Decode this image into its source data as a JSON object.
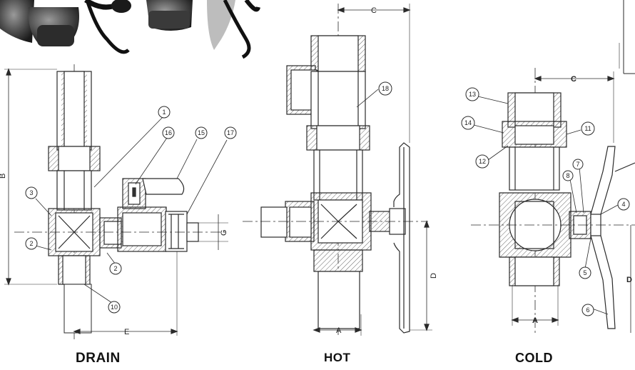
{
  "captions": {
    "drain": "DRAIN",
    "hot": "HOT",
    "cold": "COLD"
  },
  "dims": {
    "drain": {
      "b": "B",
      "e": "E",
      "g": "G"
    },
    "hot": {
      "c": "C",
      "a": "A",
      "d": "D"
    },
    "cold": {
      "c": "C",
      "a": "A",
      "d": "D"
    }
  },
  "callouts": {
    "drain": [
      "1",
      "16",
      "15",
      "17",
      "3",
      "2",
      "2",
      "10"
    ],
    "hot": [
      "18"
    ],
    "cold": [
      "13",
      "14",
      "11",
      "12",
      "7",
      "8",
      "4",
      "5",
      "6"
    ]
  },
  "colors": {
    "line": "#2a2a2a",
    "hatch": "#555555",
    "photo": "#3b3b3b"
  }
}
